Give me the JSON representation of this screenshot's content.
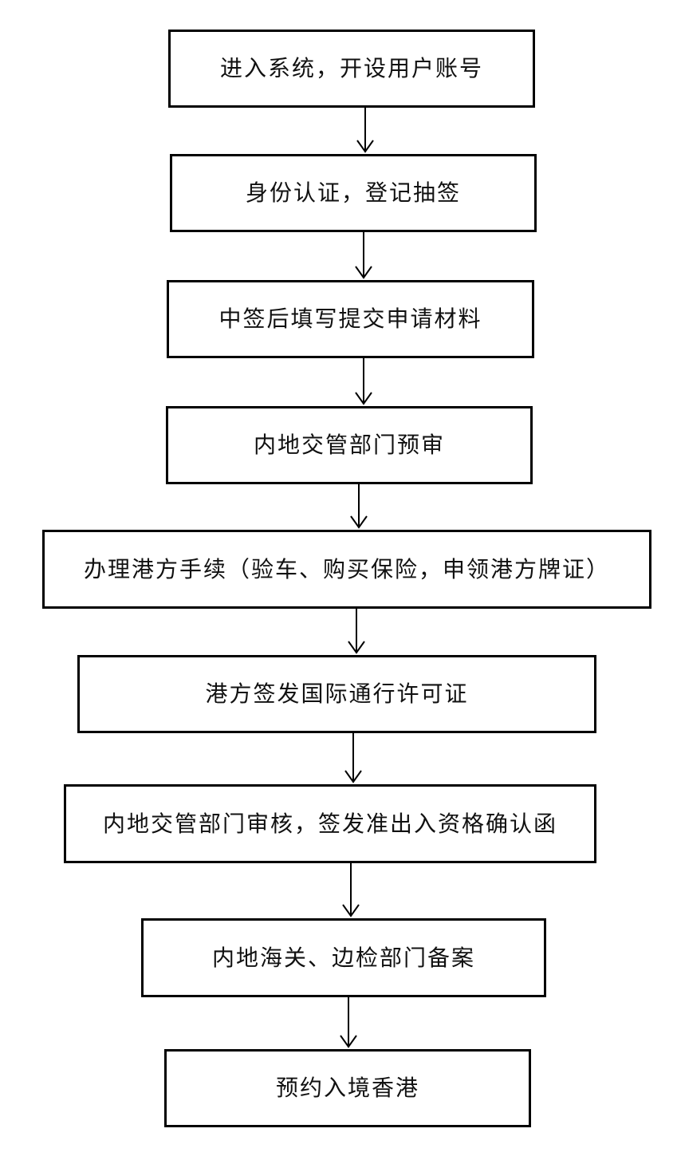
{
  "steps": [
    "进入系统，开设用户账号",
    "身份认证，登记抽签",
    "中签后填写提交申请材料",
    "内地交管部门预审",
    "办理港方手续（验车、购买保险，申领港方牌证）",
    "港方签发国际通行许可证",
    "内地交管部门审核，签发准出入资格确认函",
    "内地海关、边检部门备案",
    "预约入境香港"
  ]
}
